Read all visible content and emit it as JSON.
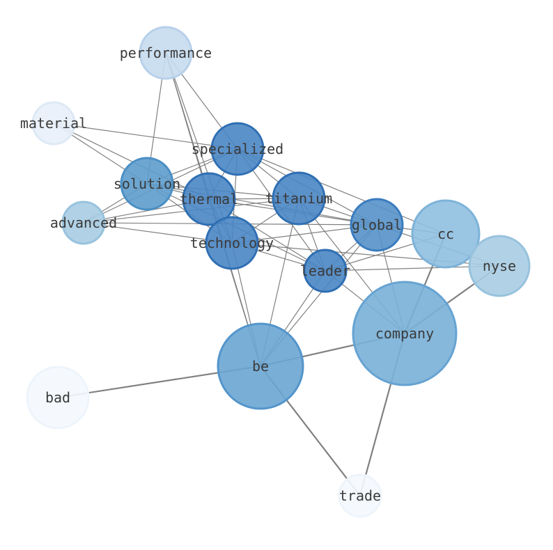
{
  "graph": {
    "nodes": [
      {
        "id": "performance",
        "label": "performance",
        "fill": "#c6dbef",
        "stroke": "#b7d0ea"
      },
      {
        "id": "material",
        "label": "material",
        "fill": "#e8f0f9",
        "stroke": "#dde9f5"
      },
      {
        "id": "specialized",
        "label": "specialized",
        "fill": "#4a86c4",
        "stroke": "#2f6fb3"
      },
      {
        "id": "solution",
        "label": "solution",
        "fill": "#5d9ccc",
        "stroke": "#4a8fc4"
      },
      {
        "id": "thermal",
        "label": "thermal",
        "fill": "#4a86c4",
        "stroke": "#2f6fb3"
      },
      {
        "id": "titanium",
        "label": "titanium",
        "fill": "#4a86c4",
        "stroke": "#2f6fb3"
      },
      {
        "id": "advanced",
        "label": "advanced",
        "fill": "#a9cde3",
        "stroke": "#97c2dd"
      },
      {
        "id": "technology",
        "label": "technology",
        "fill": "#4a86c4",
        "stroke": "#2f6fb3"
      },
      {
        "id": "global",
        "label": "global",
        "fill": "#5591c9",
        "stroke": "#3a7bbf"
      },
      {
        "id": "cc",
        "label": "cc",
        "fill": "#8fbfe0",
        "stroke": "#7db3d9"
      },
      {
        "id": "nyse",
        "label": "nyse",
        "fill": "#a9cde3",
        "stroke": "#97c2dd"
      },
      {
        "id": "leader",
        "label": "leader",
        "fill": "#4a86c4",
        "stroke": "#2f6fb3"
      },
      {
        "id": "company",
        "label": "company",
        "fill": "#79b0d8",
        "stroke": "#66a3d2"
      },
      {
        "id": "be",
        "label": "be",
        "fill": "#6aa5d3",
        "stroke": "#5495cb"
      },
      {
        "id": "bad",
        "label": "bad",
        "fill": "#f4f8fd",
        "stroke": "#eef4fb"
      },
      {
        "id": "trade",
        "label": "trade",
        "fill": "#f4f8fd",
        "stroke": "#eef4fb"
      }
    ],
    "edges": [
      [
        "performance",
        "specialized"
      ],
      [
        "performance",
        "solution"
      ],
      [
        "performance",
        "thermal"
      ],
      [
        "performance",
        "technology"
      ],
      [
        "performance",
        "be"
      ],
      [
        "material",
        "specialized"
      ],
      [
        "material",
        "solution"
      ],
      [
        "material",
        "thermal"
      ],
      [
        "specialized",
        "solution"
      ],
      [
        "specialized",
        "thermal"
      ],
      [
        "specialized",
        "titanium"
      ],
      [
        "specialized",
        "advanced"
      ],
      [
        "specialized",
        "technology"
      ],
      [
        "specialized",
        "global"
      ],
      [
        "specialized",
        "leader"
      ],
      [
        "specialized",
        "cc"
      ],
      [
        "solution",
        "thermal"
      ],
      [
        "solution",
        "titanium"
      ],
      [
        "solution",
        "technology"
      ],
      [
        "solution",
        "global"
      ],
      [
        "solution",
        "leader"
      ],
      [
        "solution",
        "advanced"
      ],
      [
        "thermal",
        "titanium"
      ],
      [
        "thermal",
        "technology"
      ],
      [
        "thermal",
        "global"
      ],
      [
        "thermal",
        "leader"
      ],
      [
        "thermal",
        "be"
      ],
      [
        "thermal",
        "advanced"
      ],
      [
        "titanium",
        "technology"
      ],
      [
        "titanium",
        "global"
      ],
      [
        "titanium",
        "leader"
      ],
      [
        "titanium",
        "be"
      ],
      [
        "titanium",
        "company"
      ],
      [
        "titanium",
        "advanced"
      ],
      [
        "technology",
        "global"
      ],
      [
        "technology",
        "leader"
      ],
      [
        "technology",
        "be"
      ],
      [
        "technology",
        "nyse"
      ],
      [
        "technology",
        "advanced"
      ],
      [
        "global",
        "leader"
      ],
      [
        "global",
        "be"
      ],
      [
        "global",
        "company"
      ],
      [
        "global",
        "cc"
      ],
      [
        "global",
        "nyse"
      ],
      [
        "global",
        "advanced"
      ],
      [
        "leader",
        "be"
      ],
      [
        "leader",
        "nyse"
      ],
      [
        "leader",
        "company"
      ],
      [
        "leader",
        "cc"
      ],
      [
        "cc",
        "company",
        2
      ],
      [
        "nyse",
        "company",
        2
      ],
      [
        "company",
        "be",
        2
      ],
      [
        "company",
        "trade",
        2
      ],
      [
        "be",
        "bad",
        2
      ],
      [
        "be",
        "trade",
        2
      ]
    ]
  }
}
